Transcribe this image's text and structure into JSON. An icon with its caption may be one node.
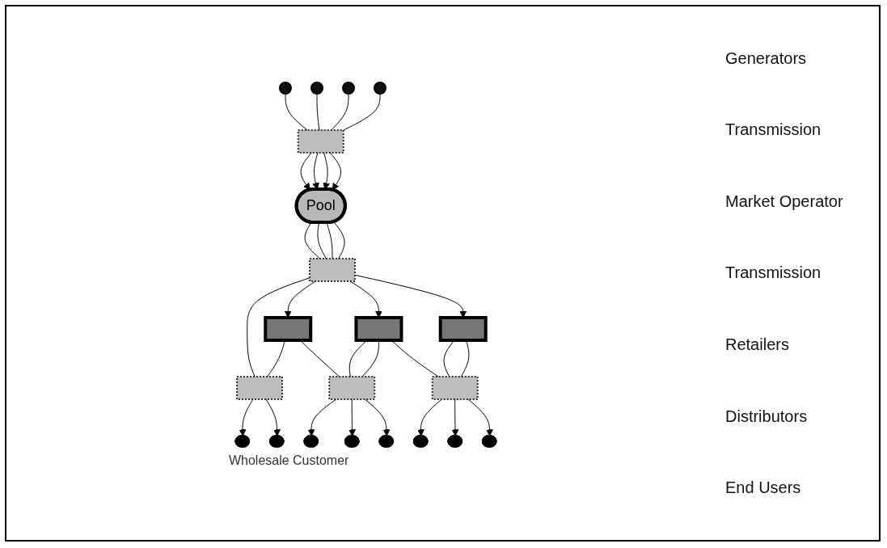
{
  "diagram": {
    "nodes": [
      {
        "text": [],
        "shape": "circle"
      },
      {
        "text": [],
        "shape": "circle"
      },
      {
        "text": [],
        "shape": "circle"
      },
      {
        "text": [],
        "shape": "circle"
      },
      {
        "text": [],
        "shape": "bar"
      },
      {
        "text": [
          "Pool"
        ]
      },
      {
        "text": [],
        "shape": "bar"
      },
      {
        "text": [],
        "shape": "box"
      },
      {
        "text": [],
        "shape": "box"
      },
      {
        "text": [],
        "shape": "box"
      },
      {
        "text": [],
        "shape": "bar"
      },
      {
        "text": [],
        "shape": "bar"
      },
      {
        "text": [],
        "shape": "bar"
      },
      {
        "text": [],
        "shape": "ellipse",
        "beside": [
          "Wholesale Customer"
        ]
      },
      {
        "text": [],
        "shape": "ellipse"
      },
      {
        "text": [],
        "shape": "ellipse"
      },
      {
        "text": [],
        "shape": "ellipse"
      },
      {
        "text": [],
        "shape": "ellipse"
      },
      {
        "text": [],
        "shape": "ellipse"
      },
      {
        "text": [],
        "shape": "ellipse"
      },
      {
        "text": [],
        "shape": "ellipse"
      }
    ],
    "edges": [
      {
        "from": 0,
        "to": 4,
        "arrow": "none"
      },
      {
        "from": 1,
        "to": 4,
        "arrow": "none"
      },
      {
        "from": 2,
        "to": 4,
        "arrow": "none"
      },
      {
        "from": 3,
        "to": 4,
        "arrow": "none"
      },
      {
        "from": 4,
        "to": 5,
        "arrow": "to"
      },
      {
        "from": 4,
        "to": 5,
        "arrow": "to"
      },
      {
        "from": 4,
        "to": 5,
        "arrow": "to"
      },
      {
        "from": 4,
        "to": 5,
        "arrow": "to"
      },
      {
        "from": 5,
        "to": 6,
        "arrow": "none"
      },
      {
        "from": 5,
        "to": 6,
        "arrow": "none"
      },
      {
        "from": 5,
        "to": 6,
        "arrow": "none"
      },
      {
        "from": 5,
        "to": 6,
        "arrow": "none"
      },
      {
        "from": 6,
        "to": 10,
        "arrow": "none"
      },
      {
        "from": 6,
        "to": 7,
        "arrow": "to"
      },
      {
        "from": 6,
        "to": 8,
        "arrow": "to"
      },
      {
        "from": 6,
        "to": 9,
        "arrow": "to"
      },
      {
        "from": 7,
        "to": 10,
        "arrow": "none"
      },
      {
        "from": 7,
        "to": 11,
        "arrow": "none"
      },
      {
        "from": 8,
        "to": 11,
        "arrow": "none"
      },
      {
        "from": 8,
        "to": 11,
        "arrow": "none"
      },
      {
        "from": 8,
        "to": 12,
        "arrow": "none"
      },
      {
        "from": 9,
        "to": 12,
        "arrow": "none"
      },
      {
        "from": 9,
        "to": 12,
        "arrow": "none"
      },
      {
        "from": 10,
        "to": 13,
        "arrow": "to"
      },
      {
        "from": 10,
        "to": 14,
        "arrow": "to"
      },
      {
        "from": 11,
        "to": 15,
        "arrow": "to"
      },
      {
        "from": 11,
        "to": 16,
        "arrow": "to"
      },
      {
        "from": 11,
        "to": 17,
        "arrow": "to"
      },
      {
        "from": 12,
        "to": 18,
        "arrow": "to"
      },
      {
        "from": 12,
        "to": 19,
        "arrow": "to"
      },
      {
        "from": 12,
        "to": 20,
        "arrow": "to"
      }
    ],
    "labels": [
      "Generators",
      "Transmission",
      "Market Operator",
      "Transmission",
      "Retailers",
      "Distributors",
      "End Users"
    ]
  }
}
